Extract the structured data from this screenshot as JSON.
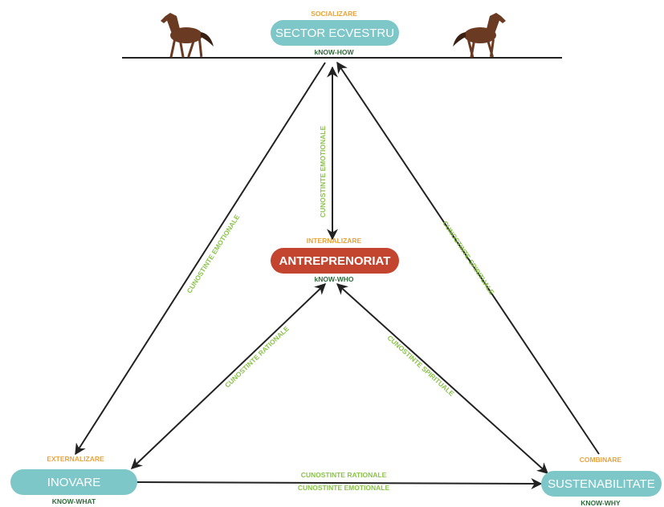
{
  "nodes": {
    "sector": {
      "label": "SECTOR ECVESTRU",
      "process": "SOCIALIZARE",
      "knowledge": "kNOW-HOW",
      "color": "#7ec7c9"
    },
    "antreprenoriat": {
      "label": "ANTREPRENORIAT",
      "process": "INTERNALIZARE",
      "knowledge": "kNOW-WHO",
      "color": "#c4452f"
    },
    "inovare": {
      "label": "INOVARE",
      "process": "EXTERNALIZARE",
      "knowledge": "KNOW-WHAT",
      "color": "#7ec7c9"
    },
    "sustenabilitate": {
      "label": "SUSTENABILITATE",
      "process": "COMBINARE",
      "knowledge": "KNOW-WHY",
      "color": "#7ec7c9"
    }
  },
  "edges": {
    "sector_antreprenoriat": "CUNOSTINTE EMOTIONALE",
    "sector_inovare": "CUNOSTINTE EMOTIONALE",
    "sector_sustenabilitate": "CUNOSTINTE SPIRITUALE",
    "antreprenoriat_inovare": "CUNOSTINTE RATIONALE",
    "antreprenoriat_sustenabilitate": "CUNOSTINTE SPIRITUALE",
    "inovare_sustenabilitate_top": "CUNOSTINTE RATIONALE",
    "inovare_sustenabilitate_bottom": "CUNOSTINTE EMOTIONALE"
  },
  "colors": {
    "process_text": "#e8a33a",
    "knowledge_text": "#2f6b3a",
    "edge_label": "#8bc34a",
    "arrow": "#222222",
    "horse": "#6b3a22"
  },
  "icons": [
    "horse-icon-left",
    "horse-icon-right"
  ]
}
